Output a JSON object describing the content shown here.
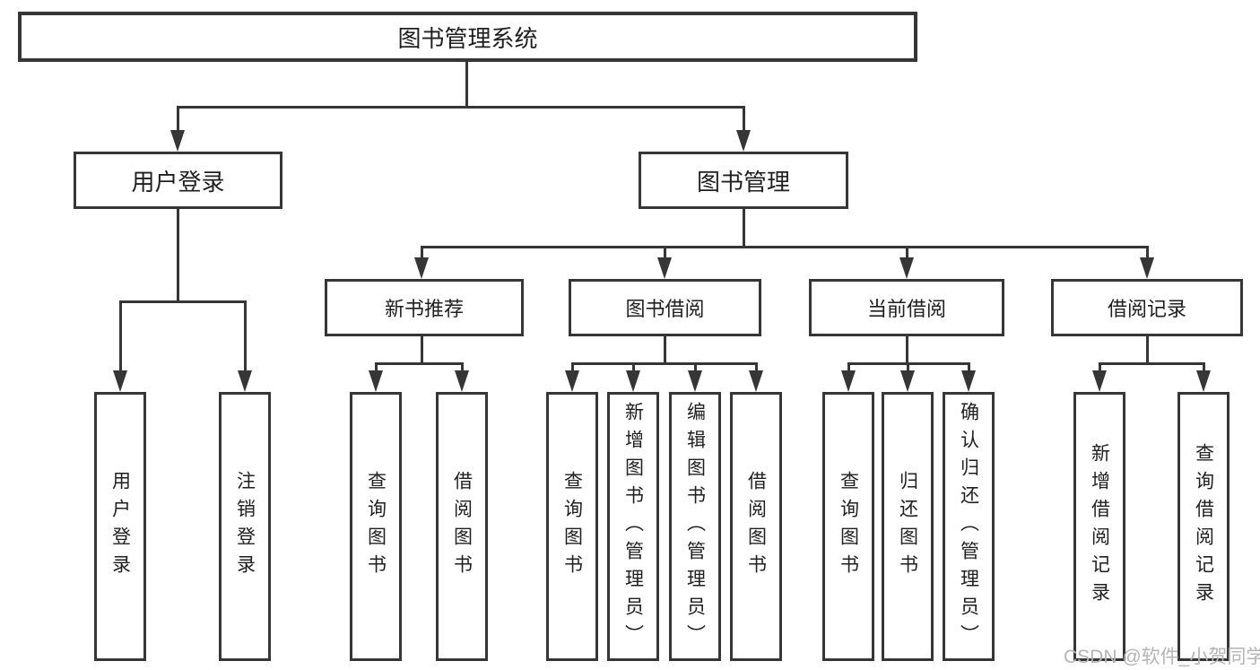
{
  "diagram": {
    "root": "图书管理系统",
    "branches": [
      {
        "label": "用户登录",
        "children": [
          "用户登录",
          "注销登录"
        ]
      },
      {
        "label": "图书管理",
        "children": [
          {
            "label": "新书推荐",
            "children": [
              "查询图书",
              "借阅图书"
            ]
          },
          {
            "label": "图书借阅",
            "children": [
              "查询图书",
              "新增图书（管理员）",
              "编辑图书（管理员）",
              "借阅图书"
            ]
          },
          {
            "label": "当前借阅",
            "children": [
              "查询图书",
              "归还图书",
              "确认归还（管理员）"
            ]
          },
          {
            "label": "借阅记录",
            "children": [
              "新增借阅记录",
              "查询借阅记录"
            ]
          }
        ]
      }
    ]
  },
  "colors": {
    "line": "#363636",
    "text": "#1f1f1f",
    "watermark": "#b4b4b4",
    "background": "#ffffff"
  },
  "watermark": "CSDN @软件_小贺同学"
}
